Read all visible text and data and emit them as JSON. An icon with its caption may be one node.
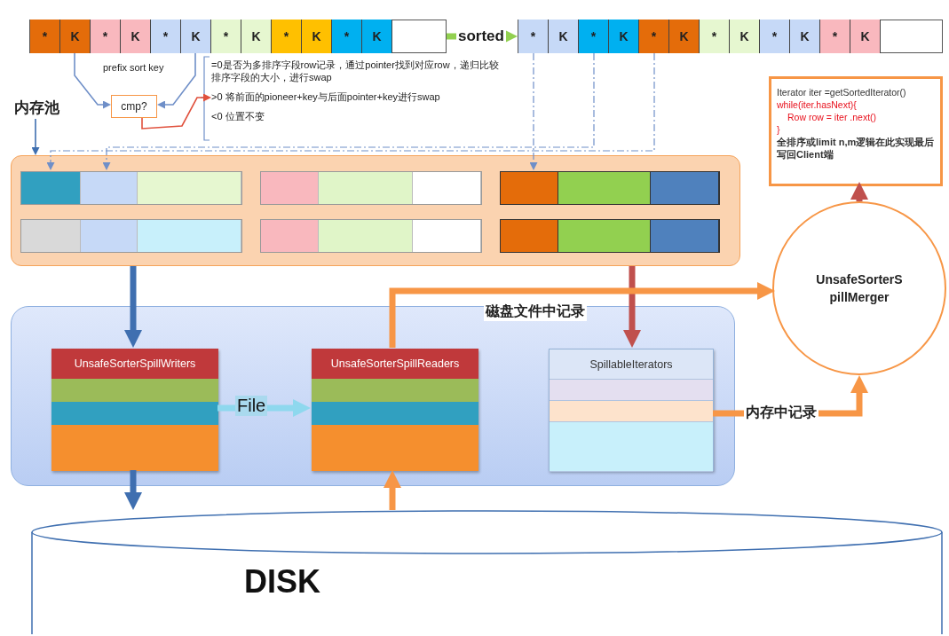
{
  "diagram": {
    "nodes": [
      {
        "text": [],
        "shape": "box"
      },
      {
        "text": [
          "*"
        ],
        "in": 0
      },
      {
        "text": [
          "K"
        ],
        "in": 0
      },
      {
        "text": [
          "*"
        ],
        "in": 0
      },
      {
        "text": [
          "K"
        ],
        "in": 0
      },
      {
        "text": [
          "*"
        ],
        "in": 0
      },
      {
        "text": [
          "K"
        ],
        "in": 0
      },
      {
        "text": [
          "*"
        ],
        "in": 0
      },
      {
        "text": [
          "K"
        ],
        "in": 0
      },
      {
        "text": [
          "*"
        ],
        "in": 0
      },
      {
        "text": [
          "K"
        ],
        "in": 0
      },
      {
        "text": [
          "*"
        ],
        "in": 0
      },
      {
        "text": [
          "K"
        ],
        "in": 0
      },
      {
        "text": [],
        "shape": "box"
      },
      {
        "text": [
          "*"
        ],
        "in": 13
      },
      {
        "text": [
          "K"
        ],
        "in": 13
      },
      {
        "text": [
          "*"
        ],
        "in": 13
      },
      {
        "text": [
          "K"
        ],
        "in": 13
      },
      {
        "text": [
          "*"
        ],
        "in": 13
      },
      {
        "text": [
          "K"
        ],
        "in": 13
      },
      {
        "text": [
          "*"
        ],
        "in": 13
      },
      {
        "text": [
          "K"
        ],
        "in": 13
      },
      {
        "text": [
          "*"
        ],
        "in": 13
      },
      {
        "text": [
          "K"
        ],
        "in": 13
      },
      {
        "text": [
          "*"
        ],
        "in": 13
      },
      {
        "text": [
          "K"
        ],
        "in": 13
      },
      {
        "text": [
          "cmp?"
        ]
      },
      {
        "text": [
          "=0是否为多排序字段row记录，通过pointer找到对应row，递归比较排序字段的大小，进行swap",
          ">0 将前面的pioneer+key与后面pointer+key进行swap",
          "<0 位置不变"
        ]
      },
      {
        "text": [
          "内存池"
        ]
      },
      {
        "text": [],
        "shape": "box"
      },
      {
        "text": [],
        "shape": "bar",
        "in": 29
      },
      {
        "text": [],
        "shape": "bar",
        "in": 29
      },
      {
        "text": [],
        "shape": "bar",
        "in": 29
      },
      {
        "text": [],
        "shape": "bar",
        "in": 29
      },
      {
        "text": [],
        "shape": "bar",
        "in": 29
      },
      {
        "text": [],
        "shape": "bar",
        "in": 29
      },
      {
        "text": [],
        "shape": "box"
      },
      {
        "text": [
          "UnsafeSorterSpillWriters"
        ],
        "in": 36
      },
      {
        "text": [
          "UnsafeSorterSpillReaders"
        ],
        "in": 36
      },
      {
        "text": [
          "SpillableIterators"
        ],
        "in": 36
      },
      {
        "text": [
          "DISK"
        ]
      },
      {
        "text": [
          "UnsafeSorterSpillMerger"
        ]
      },
      {
        "text": [
          "Iterator iter =getSortedIterator()",
          "while(iter.hasNext){",
          "Row row = iter .next()",
          "}",
          "全排序或limit n,m逻辑在此实现最后写回Client端"
        ]
      }
    ],
    "edges": [
      {
        "from": 0,
        "to": 13,
        "arrow": "to",
        "label": "sorted",
        "color": "#92d050"
      },
      {
        "from": 2,
        "to": 26,
        "arrow": "to"
      },
      {
        "from": 6,
        "to": 26,
        "arrow": "to"
      },
      {
        "from": 26,
        "to": 27,
        "arrow": "to",
        "color": "#e0503c"
      },
      {
        "from": 28,
        "to": 29,
        "arrow": "to",
        "color": "#3f6fb0"
      },
      {
        "from": 14,
        "to": 32,
        "arrow": "to",
        "style": "dashed"
      },
      {
        "from": 16,
        "to": 30,
        "arrow": "to",
        "style": "dashed"
      },
      {
        "from": 18,
        "to": 30,
        "arrow": "to",
        "style": "dashed"
      },
      {
        "from": 29,
        "to": 37,
        "arrow": "to",
        "color": "#3f6fb0"
      },
      {
        "from": 29,
        "to": 39,
        "arrow": "to",
        "color": "#c0504d"
      },
      {
        "from": 37,
        "to": 38,
        "arrow": "to",
        "label": "File",
        "color": "#8ed8ee"
      },
      {
        "from": 37,
        "to": 40,
        "arrow": "to",
        "color": "#3f6fb0"
      },
      {
        "from": 40,
        "to": 38,
        "arrow": "to",
        "color": "#f79646"
      },
      {
        "from": 38,
        "to": 41,
        "arrow": "to",
        "label": "磁盘文件中记录",
        "color": "#f79646"
      },
      {
        "from": 39,
        "to": 41,
        "arrow": "to",
        "label": "内存中记录",
        "color": "#f79646"
      },
      {
        "from": 41,
        "to": 42,
        "arrow": "to",
        "color": "#c0504d"
      }
    ],
    "labels": [
      "prefix sort key"
    ]
  }
}
